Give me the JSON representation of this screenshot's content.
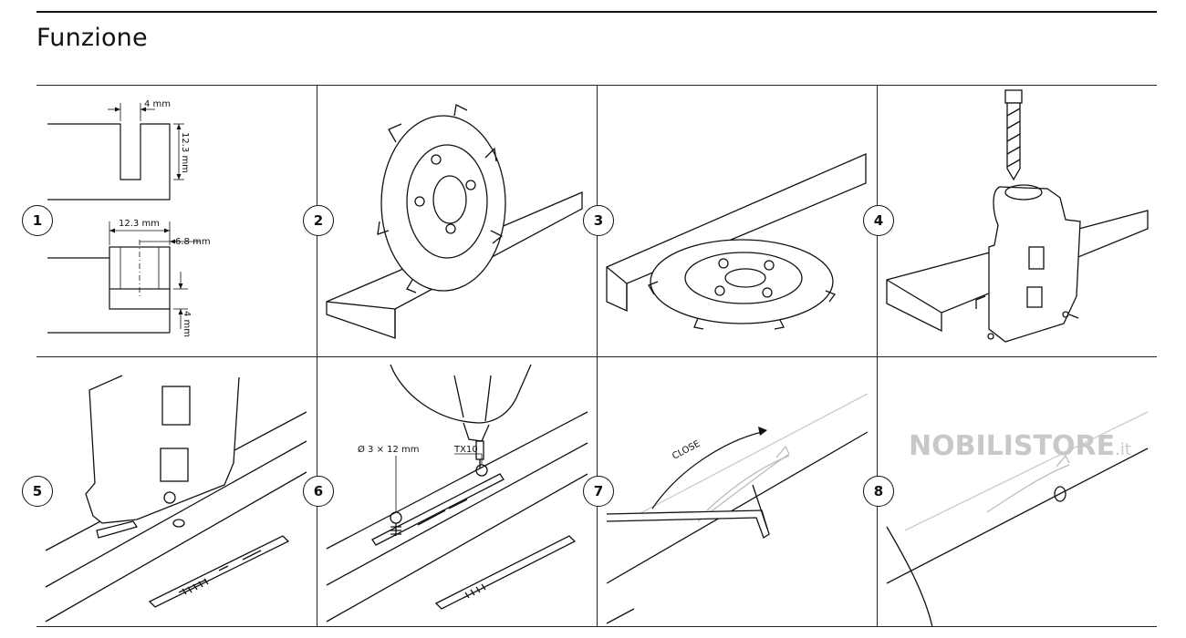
{
  "page": {
    "title": "Funzione"
  },
  "steps": [
    {
      "number": "1"
    },
    {
      "number": "2"
    },
    {
      "number": "3"
    },
    {
      "number": "4"
    },
    {
      "number": "5"
    },
    {
      "number": "6"
    },
    {
      "number": "7"
    },
    {
      "number": "8"
    }
  ],
  "dimensions": {
    "groove_width": "4 mm",
    "groove_depth": "12.3 mm",
    "insert_width": "12.3 mm",
    "insert_offset": "6.8 mm",
    "insert_thickness": "4 mm"
  },
  "annotations": {
    "screw_spec": "Ø 3 × 12 mm",
    "bit_spec": "TX10",
    "close_label": "CLOSE"
  },
  "watermark": {
    "brand": "NOBILISTORE",
    "suffix": ".it"
  }
}
